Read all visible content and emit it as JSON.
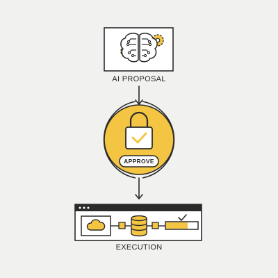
{
  "steps": {
    "proposal": {
      "label": "AI PROPOSAL",
      "icon": "brain-with-gears-icon"
    },
    "approval": {
      "badge_label": "APPROVE",
      "icon": "padlock-with-checkmark-icon"
    },
    "execution": {
      "label": "EXECUTION",
      "icon": "browser-window-pipeline-icon",
      "pipeline": [
        "cloud-icon",
        "database-icon",
        "progress-bar-with-check-icon"
      ]
    }
  },
  "colors": {
    "background": "#f1f1f0",
    "stroke": "#2a2a2a",
    "accent_yellow": "#f4c542",
    "panel_white": "#ffffff"
  }
}
